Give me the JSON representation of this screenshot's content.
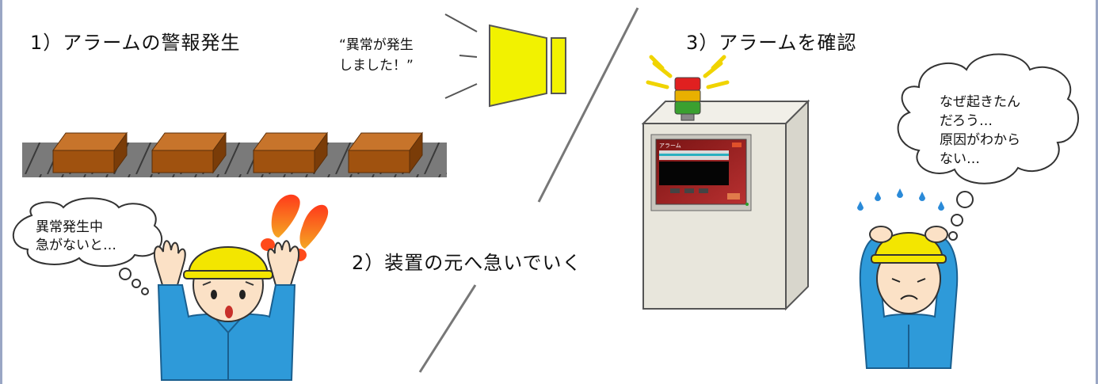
{
  "steps": {
    "step1": "1）アラームの警報発生",
    "step2": "2）装置の元へ急いでいく",
    "step3": "3）アラームを確認"
  },
  "speaker_text": "“異常が発生\nしました！”",
  "worker1_thought": "異常発生中\n急がないと…",
  "worker2_thought": "なぜ起きたん\nだろう…\n原因がわから\nない…",
  "hmi": {
    "screen_title": "アラーム"
  },
  "colors": {
    "speaker": "#f2f200",
    "box": "#a0520f",
    "conveyor": "#7a7a7a",
    "helmet": "#f3e600",
    "uniform": "#2e9ad9",
    "cabinet": "#e8e6dc",
    "divider": "#777777",
    "frame": "#9aa6c4",
    "exclaim": "#e8502a",
    "lamp_red": "#e02020",
    "lamp_yellow": "#e8b000",
    "lamp_green": "#3aa030",
    "sweat": "#2a8ad8"
  }
}
